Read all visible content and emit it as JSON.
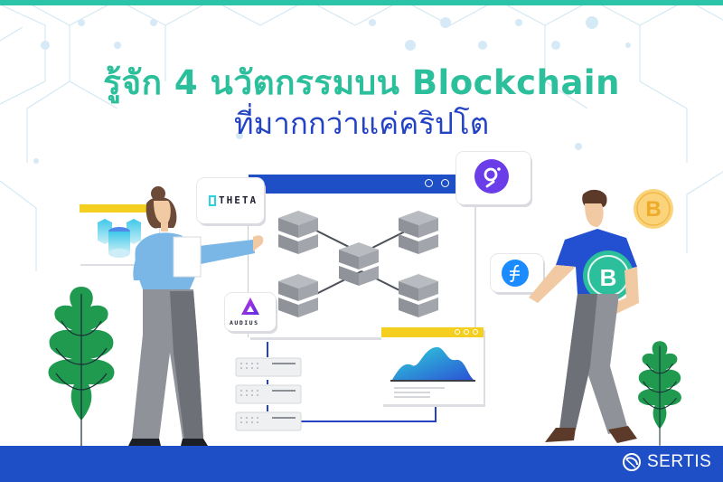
{
  "header": {
    "title_line1": "รู้จัก 4 นวัตกรรมบน Blockchain",
    "title_line2": "ที่มากกว่าแค่คริปโต"
  },
  "logos": [
    {
      "name": "THETA",
      "label": "THETA",
      "icon": "theta-logo-icon",
      "color": "#2bd3e0"
    },
    {
      "name": "AUDIUS",
      "label": "AUDIUS",
      "icon": "audius-triangle-icon",
      "color": "#7b2fe0"
    },
    {
      "name": "The Graph",
      "label": "",
      "icon": "graph-logo-icon",
      "color": "#6a3de8"
    },
    {
      "name": "Filecoin",
      "label": "",
      "icon": "filecoin-logo-icon",
      "color": "#1a8cff"
    }
  ],
  "coins": {
    "bitcoin_gold_symbol": "B",
    "bitcoin_green_symbol": "B"
  },
  "brand": {
    "name": "SERTIS",
    "bar_color": "#1f4fc6"
  },
  "colors": {
    "title_green": "#2bbf9b",
    "title_blue": "#2343c4",
    "top_bar": "#2bc4a8",
    "window_blue": "#1f4fc6",
    "window_yellow": "#f5cf1f",
    "leaf_green": "#1f9a4e"
  }
}
